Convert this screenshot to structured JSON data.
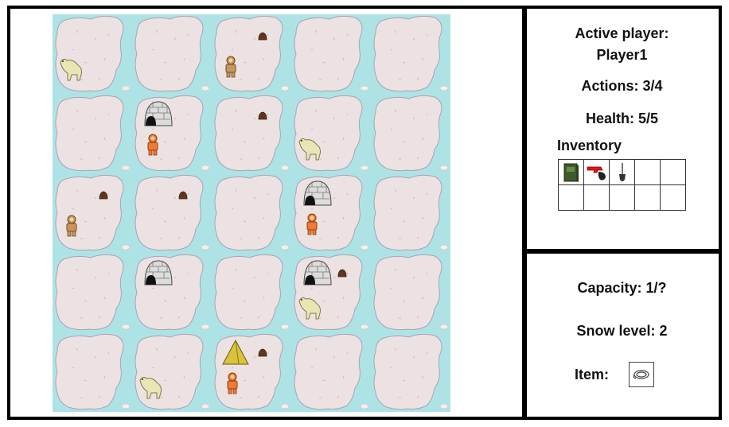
{
  "status": {
    "active_player_label": "Active player:",
    "active_player": "Player1",
    "actions": "Actions: 3/4",
    "health": "Health: 5/5",
    "inventory_label": "Inventory"
  },
  "inventory": [
    "book-icon",
    "flare-gun-icon",
    "shovel-icon",
    "",
    "",
    "",
    "",
    "",
    "",
    ""
  ],
  "tile_info": {
    "capacity": "Capacity: 1/?",
    "snow_level": "Snow level: 2",
    "item_label": "Item:",
    "item_icon": "rope-icon"
  },
  "board": {
    "rows": 5,
    "cols": 5,
    "cells": [
      [
        "bear",
        "",
        "eskimo,snow",
        "",
        ""
      ],
      [
        "",
        "igloo,explorer",
        "snow",
        "bear",
        ""
      ],
      [
        "eskimo,snow",
        "snow",
        "",
        "igloo,explorer",
        ""
      ],
      [
        "",
        "igloo",
        "",
        "igloo,snow,bear",
        ""
      ],
      [
        "",
        "bear",
        "tent,snow,explorer",
        "",
        ""
      ]
    ]
  },
  "colors": {
    "water": "#aee3e6",
    "floe": "#ede2e2",
    "floe_outline": "#a9a2b6",
    "explorer": "#ee7a33",
    "eskimo": "#c8965a",
    "bear": "#e9e5b5",
    "tent": "#d8c33a",
    "snow_mound": "#6b3a1e"
  }
}
